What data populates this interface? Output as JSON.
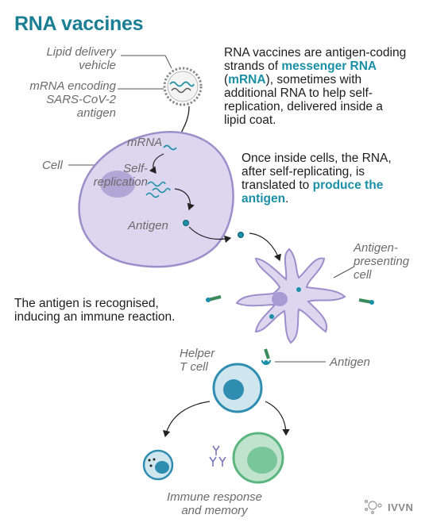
{
  "title": "RNA vaccines",
  "intro": {
    "part1": "RNA vaccines are antigen-coding strands of ",
    "highlight1": "messenger RNA",
    "part2": " (",
    "highlight2": "mRNA",
    "part3": "), sometimes with additional RNA to help self-replication, delivered inside a lipid coat."
  },
  "inside": {
    "part1": "Once inside cells, the RNA, after self-replicating, is translated to ",
    "highlight": "produce the antigen",
    "part2": "."
  },
  "recognised": "The antigen is recognised, inducing an immune reaction.",
  "labels": {
    "lipid_line1": "Lipid delivery",
    "lipid_line2": "vehicle",
    "mrna_line1": "mRNA encoding",
    "mrna_line2": "SARS-CoV-2",
    "mrna_line3": "antigen",
    "cell": "Cell",
    "mrna": "mRNA",
    "self_line1": "Self-",
    "self_line2": "replication",
    "antigen_in_cell": "Antigen",
    "apc_line1": "Antigen-",
    "apc_line2": "presenting",
    "apc_line3": "cell",
    "helper_line1": "Helper",
    "helper_line2": "T cell",
    "antigen_tcell": "Antigen",
    "immune_line1": "Immune response",
    "immune_line2": "and memory"
  },
  "logo": "IVVN",
  "colors": {
    "title": "#1a7f93",
    "highlight": "#1a8fa6",
    "cell_fill": "#dcd6ef",
    "cell_stroke": "#9a8fca",
    "nucleus": "#b1a6d6",
    "tcell_fill": "#cfe6ee",
    "tcell_nucleus": "#2e8db0",
    "memory_fill": "#bfe3cc",
    "memory_nucleus": "#79c69a"
  },
  "icons": [
    "lipid-vehicle-icon",
    "ivvn-logo-icon"
  ]
}
